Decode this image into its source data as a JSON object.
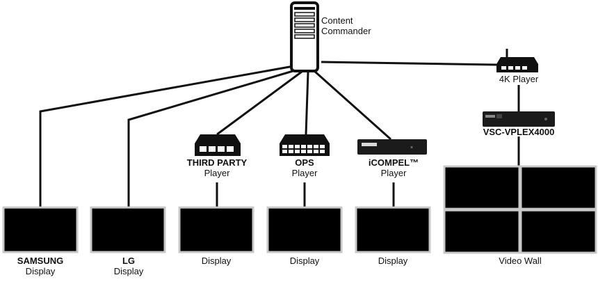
{
  "server": {
    "name": "Content Commander",
    "line1": "Content",
    "line2": "Commander"
  },
  "displays": [
    {
      "brand": "SAMSUNG",
      "label": "Display"
    },
    {
      "brand": "LG",
      "label": "Display"
    },
    {
      "brand": "",
      "label": "Display"
    },
    {
      "brand": "",
      "label": "Display"
    },
    {
      "brand": "",
      "label": "Display"
    }
  ],
  "players": [
    {
      "brand": "THIRD PARTY",
      "label": "Player"
    },
    {
      "brand": "OPS",
      "label": "Player"
    },
    {
      "brand": "iCOMPEL™",
      "label": "Player"
    }
  ],
  "video_wall": {
    "player_label": "4K Player",
    "controller_label": "VSC-VPLEX4000",
    "label": "Video Wall"
  }
}
